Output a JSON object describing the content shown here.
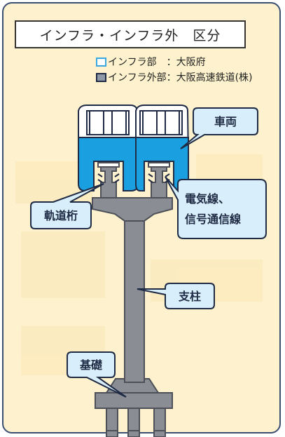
{
  "title": "インフラ・インフラ外　区分",
  "legend": [
    {
      "key": "infra",
      "label": "インフラ部　：大阪府",
      "color": "#3aa8e0"
    },
    {
      "key": "outside",
      "label": "インフラ外部：大阪高速鉄道(株)",
      "color": "#8f98a8"
    }
  ],
  "labels": {
    "vehicle": "車両",
    "electric_line1": "電気線、",
    "electric_line2": "信号通信線",
    "girder": "軌道桁",
    "pillar": "支柱",
    "foundation": "基礎"
  },
  "colors": {
    "frame_bg": "#fdf2cd",
    "frame_border": "#3b4f73",
    "train_blue": "#1aa0e0",
    "structure_gray": "#8a8d93",
    "callout_fill": "#d8eefa",
    "callout_border": "#1f2a44"
  }
}
